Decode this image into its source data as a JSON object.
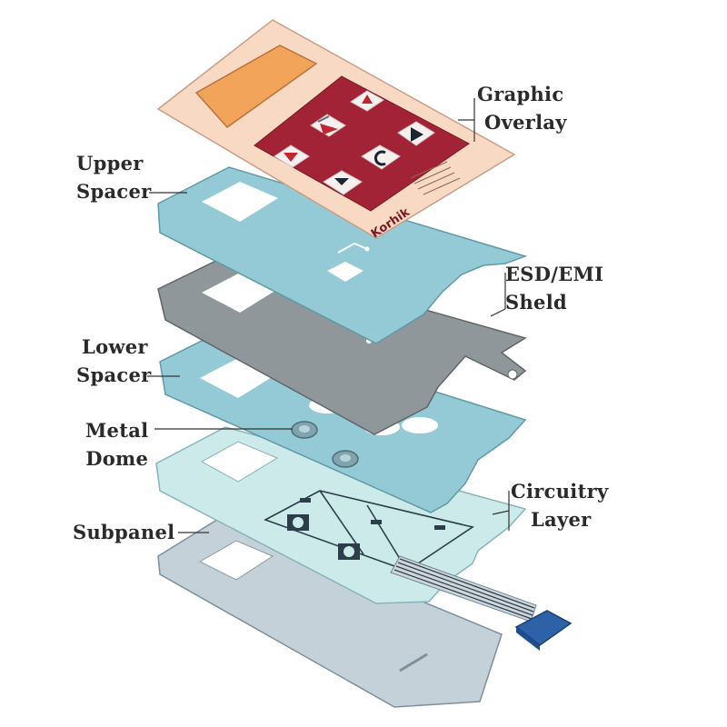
{
  "labels": {
    "graphic_overlay": [
      "Graphic",
      "Overlay"
    ],
    "upper_spacer": [
      "Upper",
      "Spacer"
    ],
    "esd_emi_shield": [
      "ESD/EMI",
      "Sheld"
    ],
    "lower_spacer": [
      "Lower",
      "Spacer"
    ],
    "metal_dome": [
      "Metal",
      "Dome"
    ],
    "circuitry_layer": [
      "Circuitry",
      "Layer"
    ],
    "subpanel": [
      "Subpanel"
    ]
  },
  "overlay": {
    "brand": "Korhik"
  },
  "icons": [
    "up-arrow-key-icon",
    "down-arrow-key-icon",
    "right-arrow-key-icon",
    "left-arrow-key-icon",
    "enter-key-icon",
    "clear-key-icon",
    "metal-dome-icon",
    "ribbon-connector-icon"
  ],
  "colors": {
    "overlay": "#f8d9c3",
    "overlay_keypad": "#a32336",
    "display_window": "#f2a45a",
    "spacer": "#93cad5",
    "esd_shield": "#8f979b",
    "circuitry": "#cdeaea",
    "subpanel": "#c5d1d8",
    "connector": "#2e62a8",
    "label_text": "#2a2a2a"
  }
}
